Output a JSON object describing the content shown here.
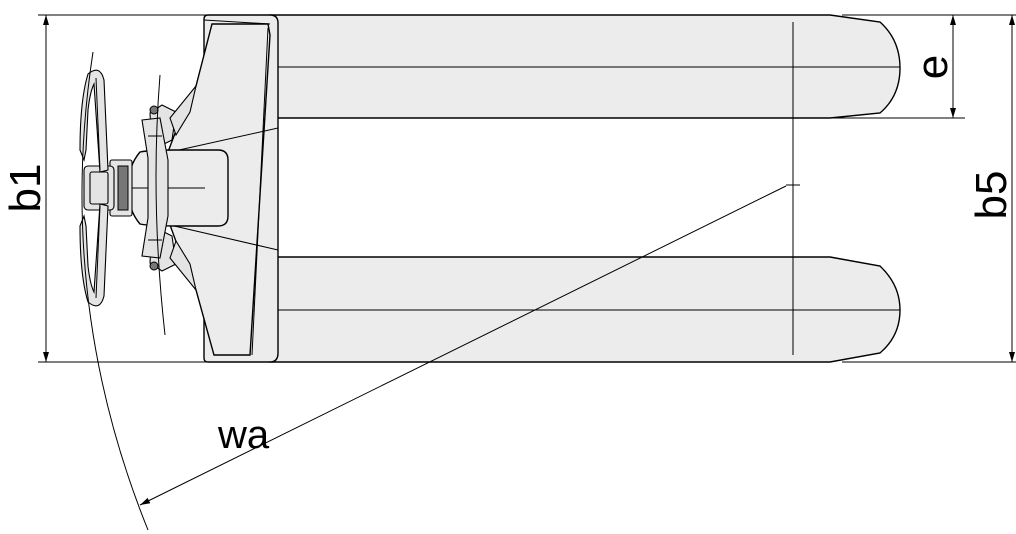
{
  "dimensions": {
    "b1": "b1",
    "b5": "b5",
    "e": "e",
    "wa": "wa"
  },
  "colors": {
    "body_fill": "#ececec",
    "line": "#000000"
  }
}
